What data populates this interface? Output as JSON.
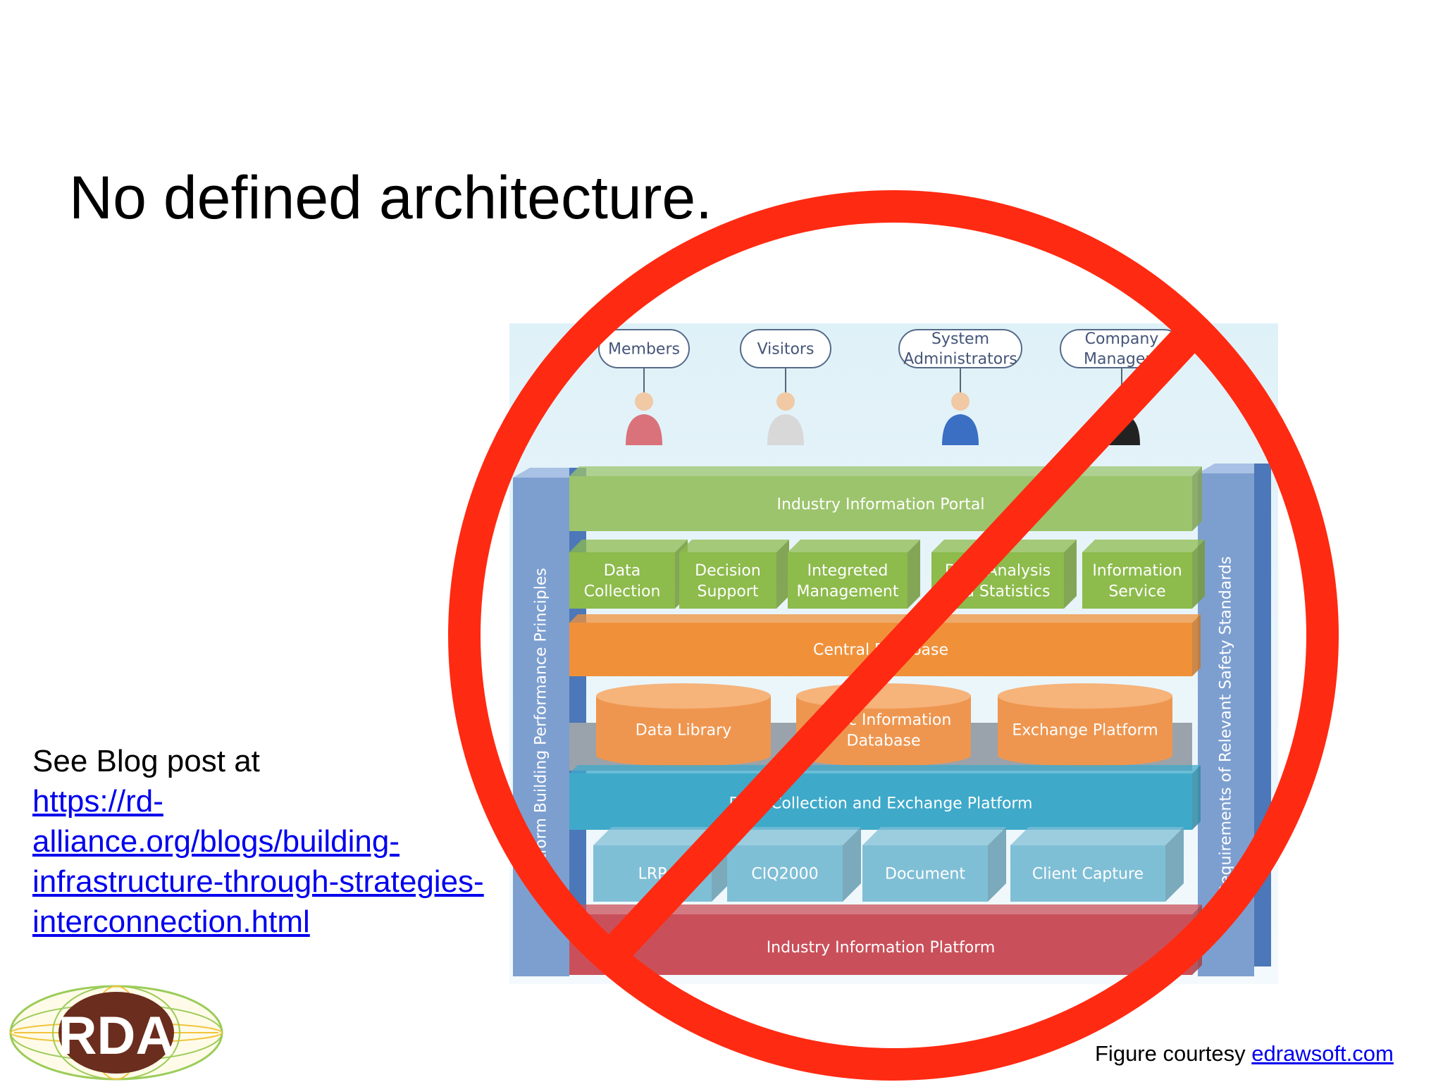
{
  "slide": {
    "title": "No defined architecture.",
    "blog_intro": "See Blog post at",
    "blog_url_lines": [
      "https://rd-",
      "alliance.org/blogs/building-",
      "infrastructure-through-strategies-",
      "interconnection.html"
    ],
    "courtesy_prefix": "Figure courtesy",
    "courtesy_link": "edrawsoft.com",
    "logo_text": "RDA"
  },
  "diagram": {
    "users": [
      {
        "label_lines": [
          "Members"
        ],
        "figure_color": "#d9727a"
      },
      {
        "label_lines": [
          "Visitors"
        ],
        "figure_color": "#d8d8d8"
      },
      {
        "label_lines": [
          "System",
          "Administrators"
        ],
        "figure_color": "#3a6fc4"
      },
      {
        "label_lines": [
          "Company",
          "Managers"
        ],
        "figure_color": "#222222"
      }
    ],
    "side_left": "Platform Building Performance Principles",
    "side_right": "Requirements of Relevant Safety Standards",
    "portal": "Industry Information Portal",
    "functions": [
      [
        "Data",
        "Collection"
      ],
      [
        "Decision",
        "Support"
      ],
      [
        "Integreted",
        "Management"
      ],
      [
        "Data Analysis",
        "and Statistics"
      ],
      [
        "Information",
        "Service"
      ]
    ],
    "central_db": "Central Database",
    "databases": [
      [
        "Data Library"
      ],
      [
        "Basic Information",
        "Database"
      ],
      [
        "Exchange Platform"
      ]
    ],
    "exchange": "Data Collection and Exchange Platform",
    "sources": [
      "LRP",
      "CIQ2000",
      "Document",
      "Client Capture"
    ],
    "platform": "Industry Information Platform",
    "colors": {
      "portal": "#9cc46c",
      "function": "#8dbb4c",
      "central": "#f0913a",
      "database": "#ee9650",
      "exchange": "#3fa9c9",
      "source": "#7fbfd6",
      "platform": "#c9505a",
      "side": "#7d9fd0",
      "prohibition": "#ff2a12"
    }
  }
}
